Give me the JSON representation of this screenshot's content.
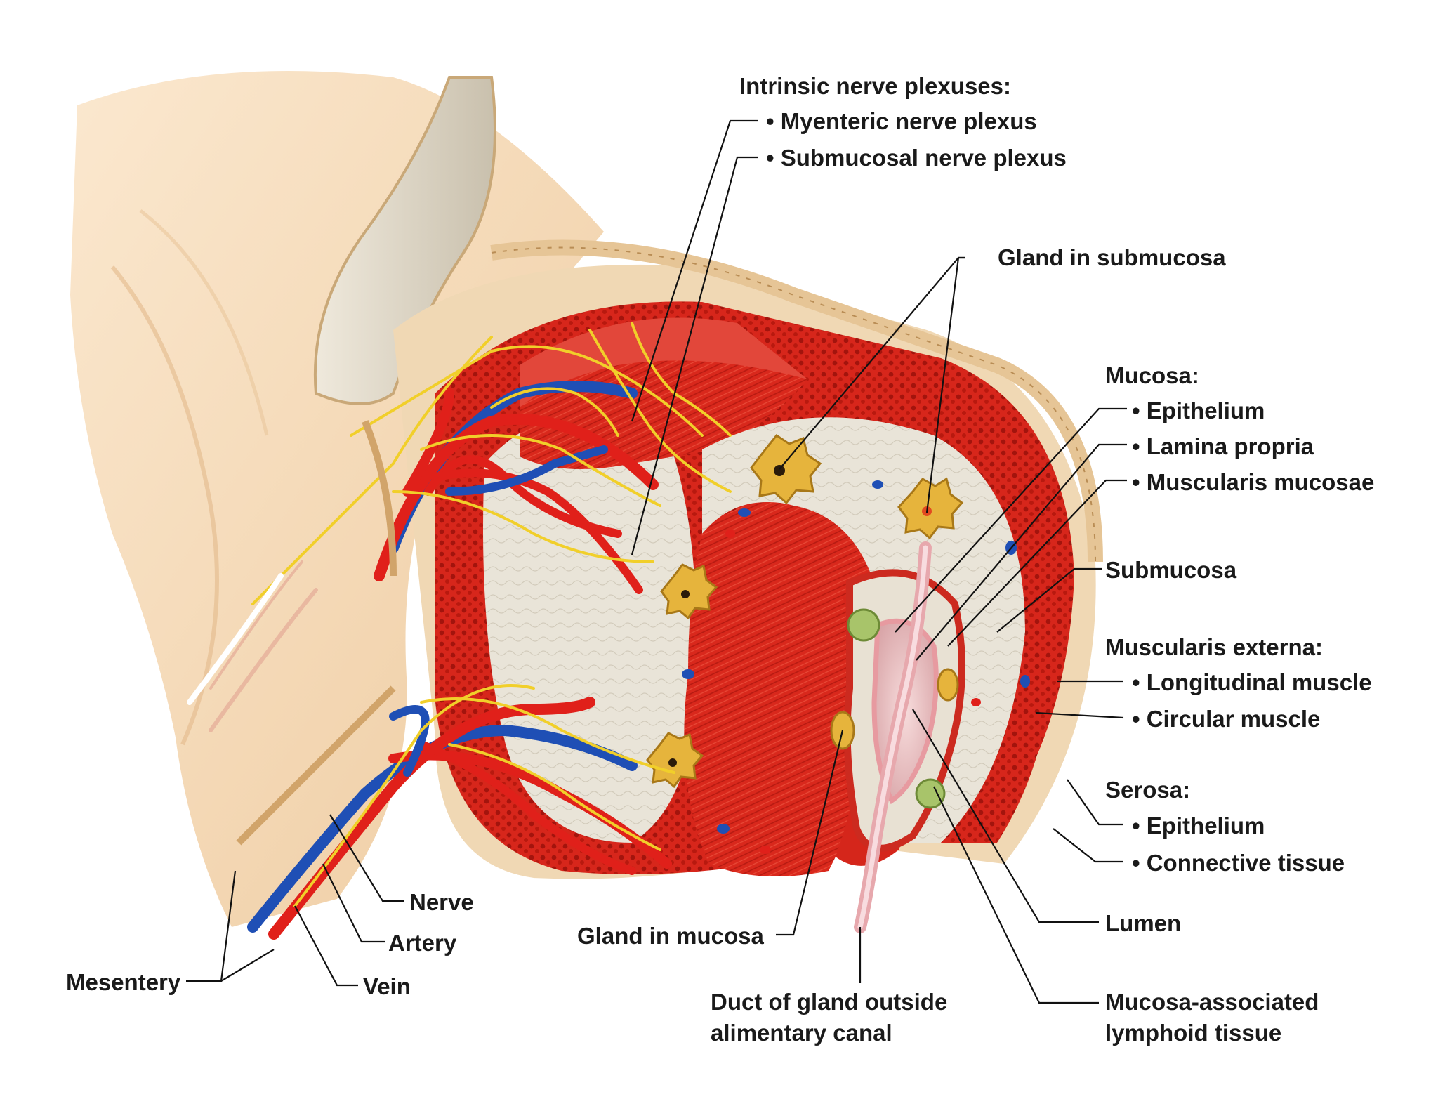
{
  "nerve_plexuses": {
    "heading": "Intrinsic nerve plexuses:",
    "myenteric": "• Myenteric nerve plexus",
    "submucosal": "• Submucosal nerve plexus"
  },
  "gland_submucosa": "Gland in submucosa",
  "mucosa": {
    "heading": "Mucosa:",
    "epithelium": "• Epithelium",
    "lamina_propria": "• Lamina propria",
    "muscularis_mucosae": "• Muscularis mucosae"
  },
  "submucosa": "Submucosa",
  "muscularis_externa": {
    "heading": "Muscularis externa:",
    "longitudinal": "• Longitudinal muscle",
    "circular": "• Circular muscle"
  },
  "serosa": {
    "heading": "Serosa:",
    "epithelium": "• Epithelium",
    "connective": "• Connective tissue"
  },
  "lumen": "Lumen",
  "malt": {
    "line1": "Mucosa-associated",
    "line2": "lymphoid tissue"
  },
  "duct": {
    "line1": "Duct of gland outside",
    "line2": "alimentary canal"
  },
  "gland_mucosa": "Gland in mucosa",
  "nerve": "Nerve",
  "artery": "Artery",
  "vein": "Vein",
  "mesentery": "Mesentery",
  "colors": {
    "muscle": "#d7261b",
    "muscle_dark": "#b81a12",
    "submucosa": "#e8e2d4",
    "serosa": "#f0d8b4",
    "mesentery": "#f6dfc0",
    "artery": "#e0201a",
    "vein": "#1f4fb5",
    "nerve": "#f1cf2a",
    "lumen": "#f2cfcf",
    "gland": "#e6b43c",
    "lymphoid": "#a8c46a"
  }
}
